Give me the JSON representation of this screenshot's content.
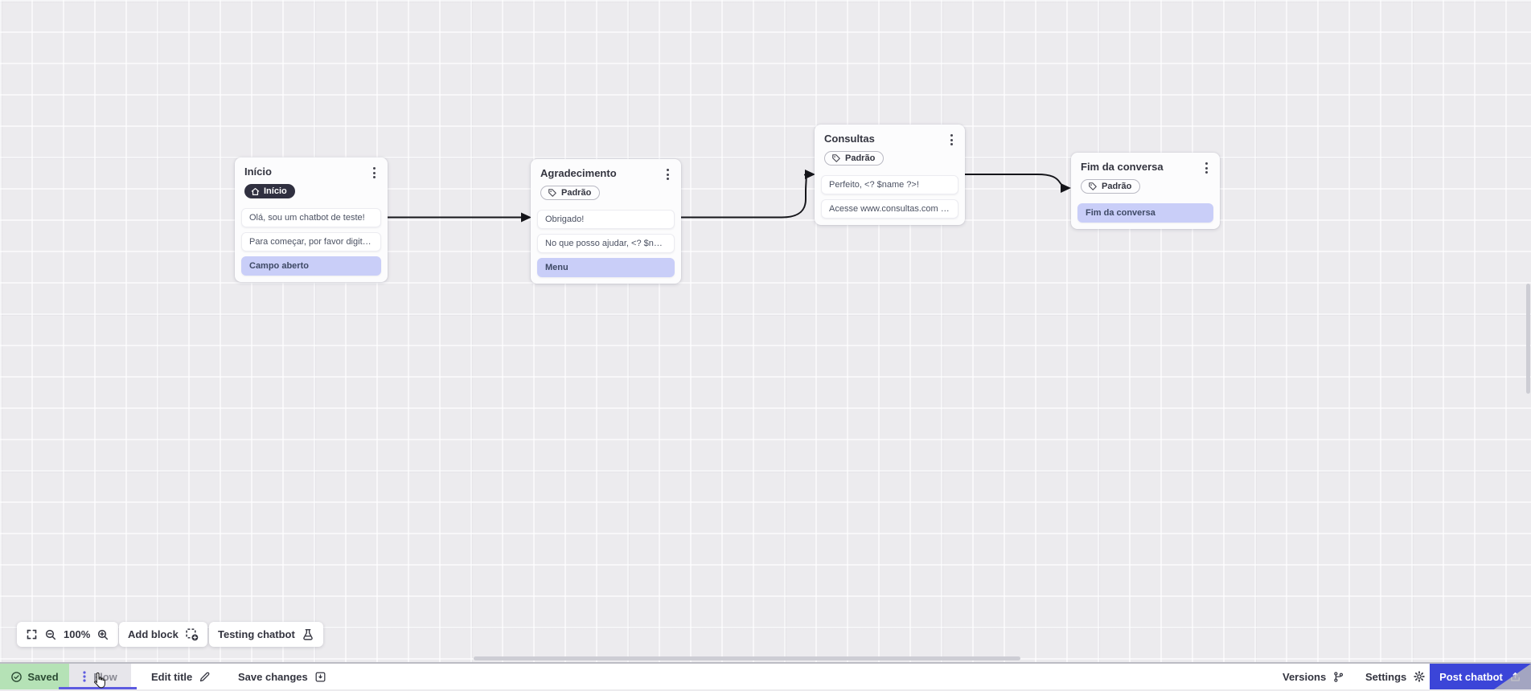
{
  "canvas": {
    "zoom_level": "100%",
    "nodes": [
      {
        "title": "Início",
        "badge_label": "Início",
        "items": [
          {
            "text": "Olá, sou um chatbot de teste!"
          },
          {
            "text": "Para começar, por favor digite o ..."
          },
          {
            "text": "Campo aberto"
          }
        ]
      },
      {
        "title": "Agradecimento",
        "badge_label": "Padrão",
        "items": [
          {
            "text": "Obrigado!"
          },
          {
            "text": "No que posso ajudar, <? $name ..."
          },
          {
            "text": "Menu"
          }
        ]
      },
      {
        "title": "Consultas",
        "badge_label": "Padrão",
        "items": [
          {
            "text": "Perfeito, <? $name ?>!"
          },
          {
            "text": "Acesse www.consultas.com par..."
          }
        ]
      },
      {
        "title": "Fim da conversa",
        "badge_label": "Padrão",
        "items": [
          {
            "text": "Fim da conversa"
          }
        ]
      }
    ]
  },
  "toolbar": {
    "zoom_level": "100%",
    "add_block_label": "Add block",
    "testing_chatbot_label": "Testing chatbot"
  },
  "bottom_bar": {
    "saved_label": "Saved",
    "flow_tab_label": "Flow",
    "edit_title_label": "Edit title",
    "save_changes_label": "Save changes",
    "versions_label": "Versions",
    "settings_label": "Settings",
    "post_chatbot_label": "Post chatbot"
  },
  "colors": {
    "accent_purple": "#5d5be0",
    "primary_blue": "#3b45d8",
    "saved_green": "#b5e2b6",
    "highlight_lavender": "#c9cef8",
    "badge_dark": "#303040"
  }
}
